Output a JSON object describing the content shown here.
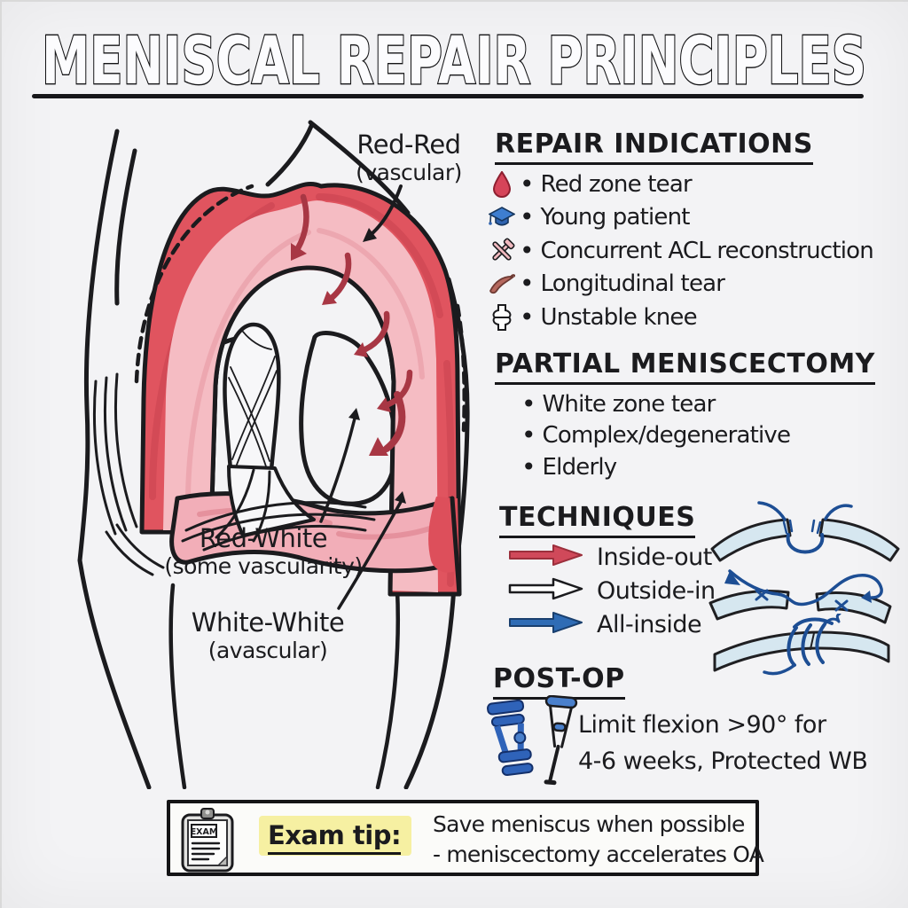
{
  "title": "MENISCAL REPAIR PRINCIPLES",
  "knee_diagram": {
    "zone_labels": [
      {
        "name": "Red-Red",
        "sub": "(vascular)"
      },
      {
        "name": "Red-White",
        "sub": "(some vascularity)"
      },
      {
        "name": "White-White",
        "sub": "(avascular)"
      }
    ]
  },
  "repair_indications": {
    "heading": "REPAIR INDICATIONS",
    "items": [
      {
        "icon": "blood-drop-icon",
        "label": "Red zone tear"
      },
      {
        "icon": "graduation-cap-icon",
        "label": "Young patient"
      },
      {
        "icon": "surgical-tools-icon",
        "label": "Concurrent ACL reconstruction"
      },
      {
        "icon": "curved-tear-icon",
        "label": "Longitudinal tear"
      },
      {
        "icon": "knee-joint-icon",
        "label": "Unstable knee"
      }
    ]
  },
  "partial_meniscectomy": {
    "heading": "PARTIAL MENISCECTOMY",
    "items": [
      "White zone tear",
      "Complex/degenerative",
      "Elderly"
    ]
  },
  "techniques": {
    "heading": "TECHNIQUES",
    "items": [
      {
        "arrow": "red",
        "label": "Inside-out"
      },
      {
        "arrow": "white",
        "label": "Outside-in"
      },
      {
        "arrow": "blue",
        "label": "All-inside"
      }
    ]
  },
  "post_op": {
    "heading": "POST-OP",
    "line1": "Limit flexion >90° for",
    "line2": "4-6 weeks, Protected WB"
  },
  "exam_tip": {
    "badge": "EXAM",
    "label": "Exam tip:",
    "line1": "Save meniscus when possible",
    "line2": "- meniscectomy accelerates OA"
  },
  "palette": {
    "ink": "#1b1b1e",
    "paper": "#f3f3f5",
    "red_zone": "#e0545f",
    "red_streak": "#c8414f",
    "pink_zone": "#f5bcc3",
    "band_pink": "#f2aeb8",
    "dark_red_arrow": "#a83744",
    "technique_red": "#d0495a",
    "technique_blue": "#2f6cb5",
    "suture_navy": "#1d4e94",
    "meniscus_strip_blue": "#d6e7f0",
    "brace_blue": "#2f63b9",
    "highlight_yellow": "#f6f0a2"
  }
}
